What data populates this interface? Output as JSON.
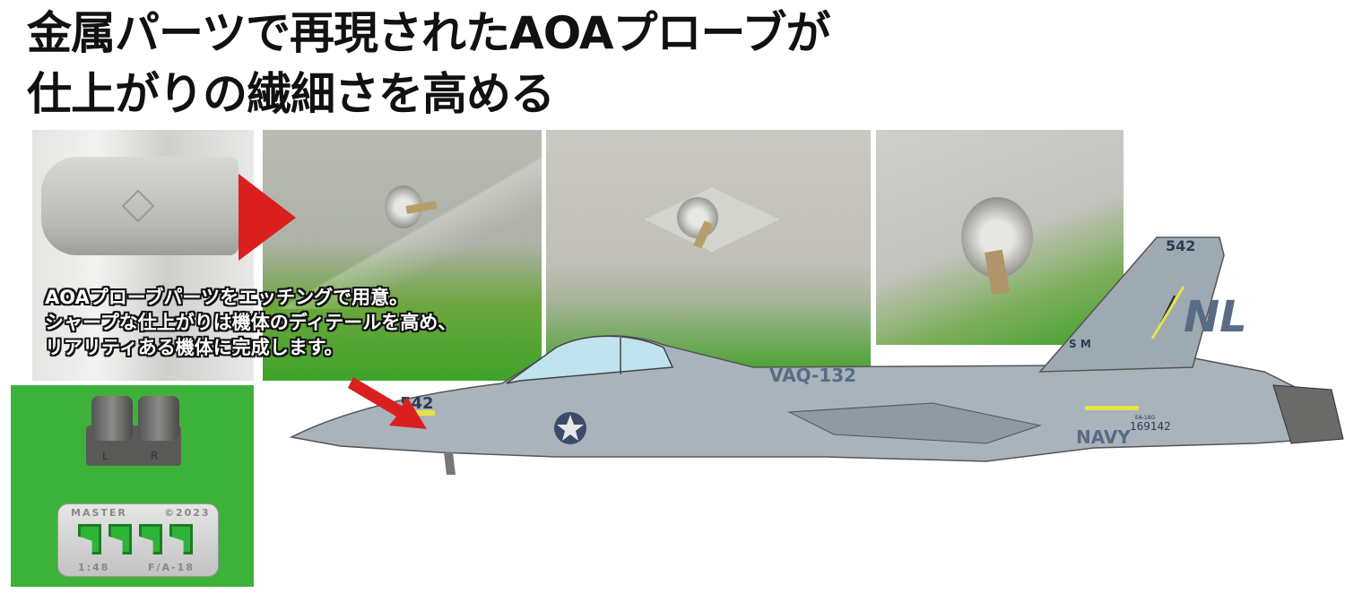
{
  "headline": {
    "line1": "金属パーツで再現されたAOAプローブが",
    "line2": "仕上がりの繊細さを高める"
  },
  "caption": {
    "line1": "AOAプローブパーツをエッチングで用意。",
    "line2": "シャープな仕上がりは機体のディテールを高め、",
    "line3": "リアリティある機体に完成します。"
  },
  "parts": {
    "cap_labels": [
      "L",
      "R"
    ],
    "etch_brand": "MASTER",
    "etch_year": "©2023",
    "etch_scale": "1:48",
    "etch_model": "F/A-18"
  },
  "aircraft": {
    "modex": "542",
    "squadron": "VAQ-132",
    "service": "NAVY",
    "bureau_number": "169142",
    "tail_code": "NL",
    "tail_letters": "S M",
    "type_label": "EA-18G"
  },
  "colors": {
    "accent_red": "#d9201f",
    "aircraft_gray": "#a9b3bb",
    "background_green": "#3db23a"
  }
}
